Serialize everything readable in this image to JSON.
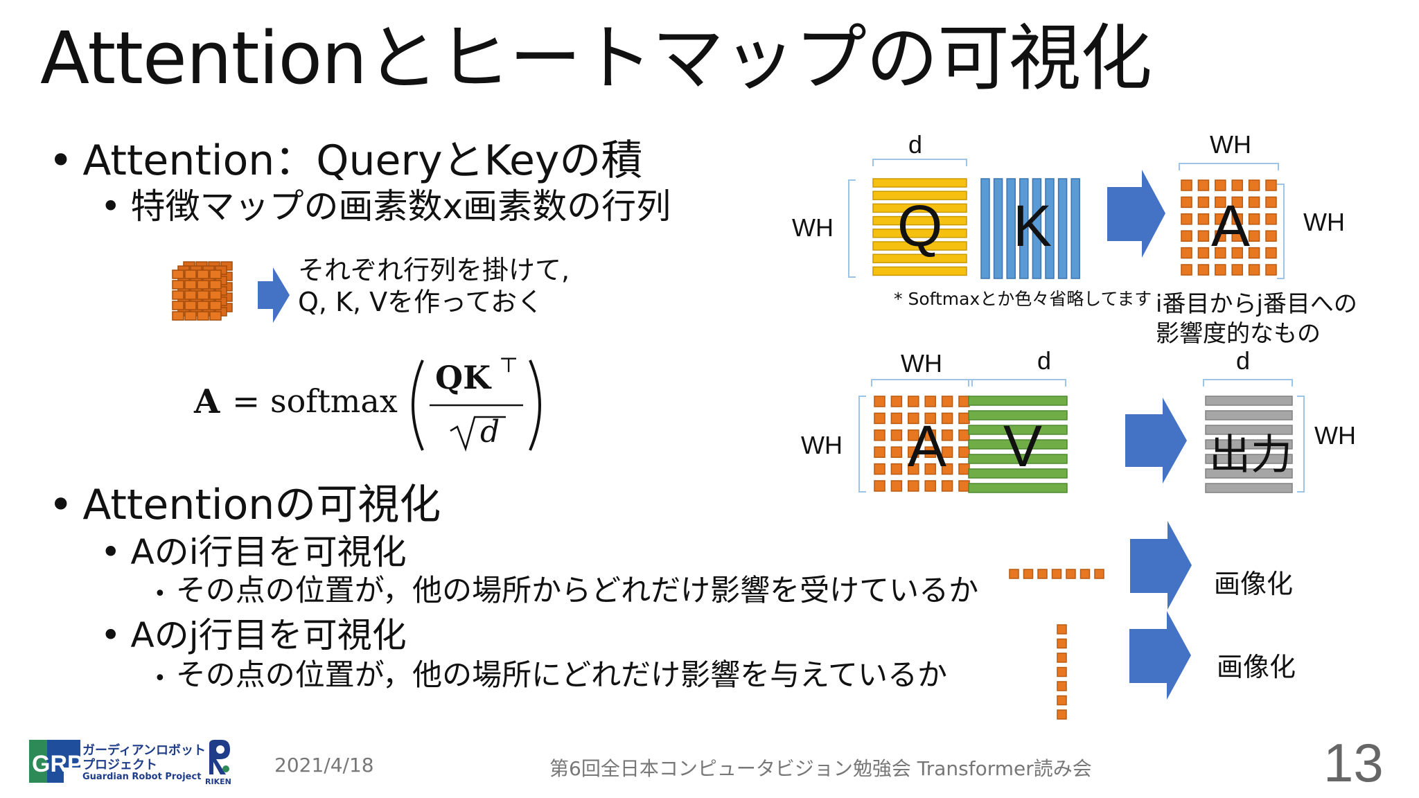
{
  "slide": {
    "title": "Attentionとヒートマップの可視化",
    "bullets": {
      "b1": "Attention：QueryとKeyの積",
      "b1_1": "特徴マップの画素数x画素数の行列",
      "b2": "Attentionの可視化",
      "b2_1": "Aのi行目を可視化",
      "b2_1_1": "その点の位置が，他の場所からどれだけ影響を受けているか",
      "b2_2": "Aのj行目を可視化",
      "b2_2_1": "その点の位置が，他の場所にどれだけ影響を与えているか"
    },
    "cube_caption_line1": "それぞれ行列を掛けて,",
    "cube_caption_line2": "Q, K, Vを作っておく",
    "formula": {
      "lhs": "A",
      "eq": "=",
      "fn": "softmax",
      "numerator": "QK",
      "sup": "⊤",
      "denominator": "d",
      "sqrt": "√"
    }
  },
  "diagram": {
    "top": {
      "label_d": "d",
      "label_wh_left": "WH",
      "label_wh_top": "WH",
      "label_wh_right": "WH",
      "q_letter": "Q",
      "k_letter": "K",
      "a_letter": "A",
      "note": "* Softmaxとか色々省略してます",
      "a_caption_line1": "i番目からj番目への",
      "a_caption_line2": "影響度的なもの"
    },
    "bottom": {
      "label_wh_top": "WH",
      "label_d_v": "d",
      "label_d_out": "d",
      "label_wh_left": "WH",
      "label_wh_right": "WH",
      "a_letter": "A",
      "v_letter": "V",
      "out_letter": "出力"
    },
    "imaging_label_1": "画像化",
    "imaging_label_2": "画像化"
  },
  "colors": {
    "q_yellow": "#f5c010",
    "k_blue": "#5b9bd5",
    "a_orange": "#e87722",
    "v_green": "#70ad47",
    "out_gray": "#a6a6a6",
    "arrow_blue": "#4472c4",
    "bracket_blue": "#9dc3e6"
  },
  "footer": {
    "date": "2021/4/18",
    "event": "第6回全日本コンピュータビジョン勉強会 Transformer読み会",
    "page_number": "13",
    "logo_grp_text_line1": "ガーディアンロボット",
    "logo_grp_text_line2": "プロジェクト",
    "logo_grp_text_line3": "Guardian Robot Project",
    "logo_grp_letters": "GRP",
    "logo_riken_text": "RIKEN"
  }
}
